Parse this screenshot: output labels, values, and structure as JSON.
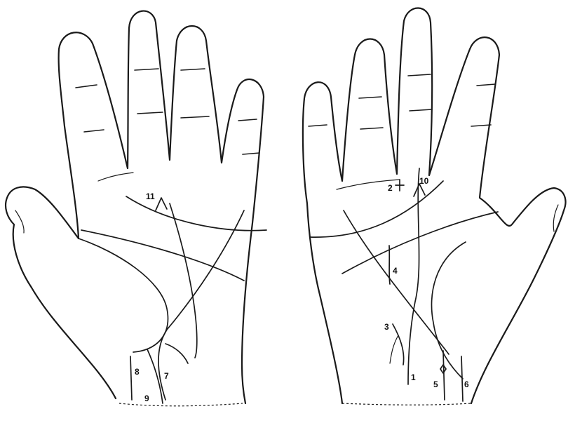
{
  "labels": {
    "left": {
      "l7": "7",
      "l8": "8",
      "l9": "9",
      "l11": "11"
    },
    "right": {
      "l1": "1",
      "l2": "2",
      "l3": "3",
      "l4": "4",
      "l5": "5",
      "l6": "6",
      "l10": "10"
    }
  }
}
